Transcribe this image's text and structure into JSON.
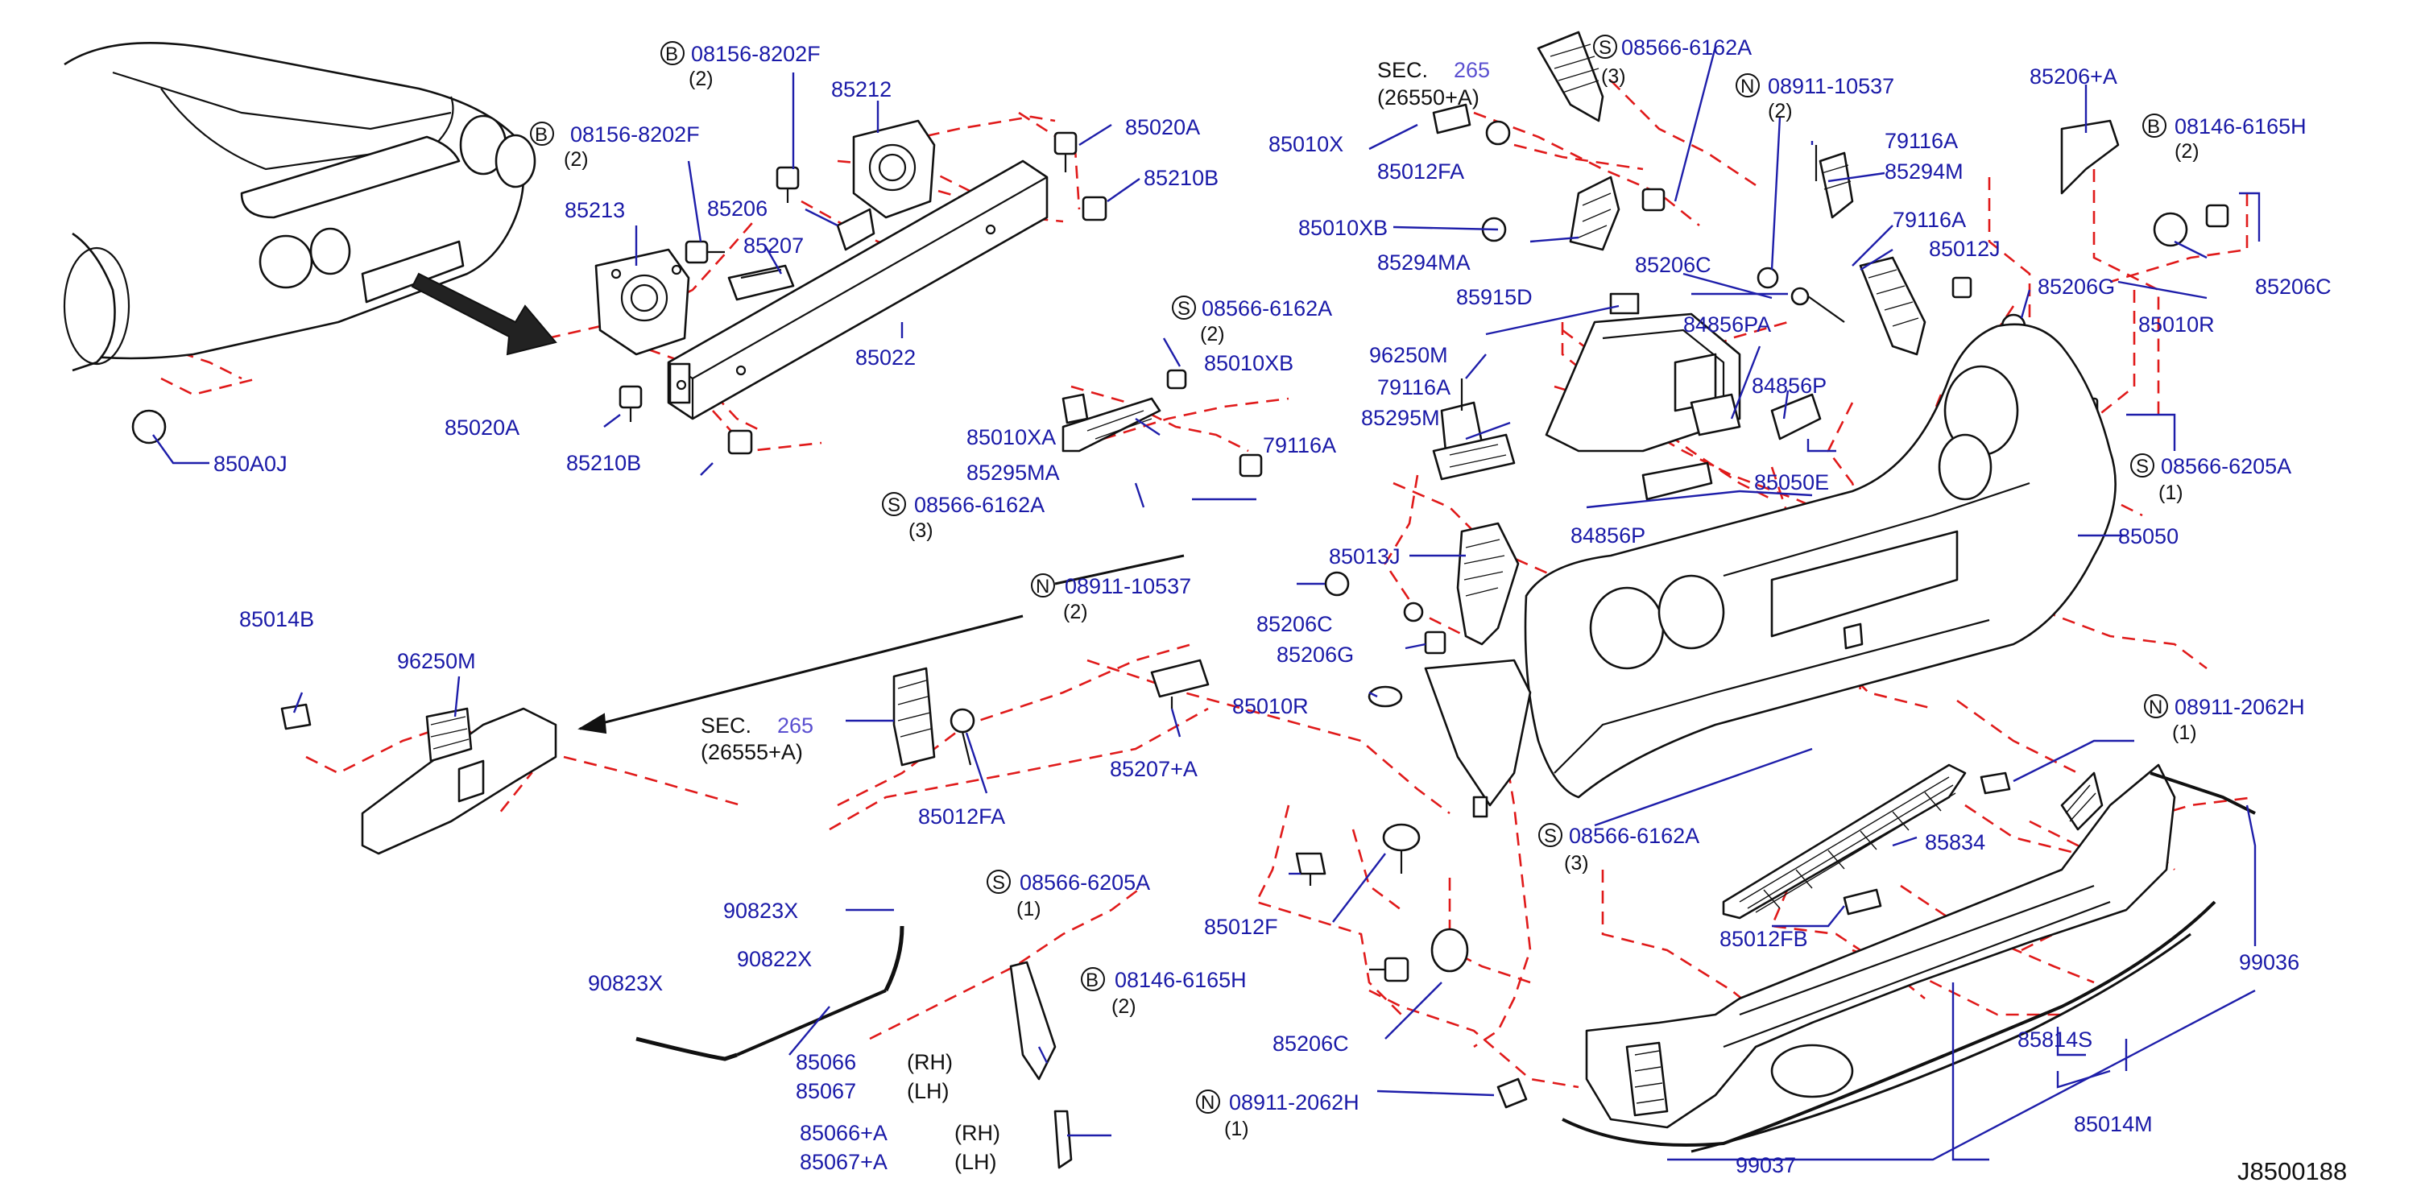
{
  "diagram_id": "J8500188",
  "prefixes": {
    "B": "B",
    "S": "S",
    "N": "N"
  },
  "qty": {
    "q1": "(1)",
    "q2": "(2)",
    "q3": "(3)"
  },
  "side": {
    "rh": "(RH)",
    "lh": "(LH)"
  },
  "sections": {
    "sec_265_top": {
      "label": "SEC.",
      "number": "265",
      "ref": "(26550+A)"
    },
    "sec_265_left": {
      "label": "SEC.",
      "number": "265",
      "ref": "(26555+A)"
    }
  },
  "parts": {
    "p850A0J": "850A0J",
    "p08156_8202F_a": "08156-8202F",
    "p08156_8202F_b": "08156-8202F",
    "p85212": "85212",
    "p85213": "85213",
    "p85206": "85206",
    "p85207": "85207",
    "p85020A_a": "85020A",
    "p85020A_b": "85020A",
    "p85210B_a": "85210B",
    "p85210B_b": "85210B",
    "p85022": "85022",
    "p08566_6162A_top": "08566-6162A",
    "p85010X": "85010X",
    "p85012FA_top": "85012FA",
    "p85010XB_top": "85010XB",
    "p85294MA": "85294MA",
    "p08911_10537_top": "08911-10537",
    "p79116A_a": "79116A",
    "p85294M": "85294M",
    "p79116A_b": "79116A",
    "p85012J": "85012J",
    "p85206A_top": "85206+A",
    "p08146_6165H_top": "08146-6165H",
    "p85206C_right": "85206C",
    "p85206G_top": "85206G",
    "p85206C_mid": "85206C",
    "p85010R_top": "85010R",
    "p08566_6162A_mid": "08566-6162A",
    "p85010XB_mid": "85010XB",
    "p85010XA": "85010XA",
    "p85295MA": "85295MA",
    "p79116A_c": "79116A",
    "p08566_6162A_lowmid": "08566-6162A",
    "p85915D": "85915D",
    "p96250M_top": "96250M",
    "p79116A_d": "79116A",
    "p85295M": "85295M",
    "p84856PA": "84856PA",
    "p84856P_a": "84856P",
    "p85050E": "85050E",
    "p84856P_b": "84856P",
    "p08566_6205A_right": "08566-6205A",
    "p85050": "85050",
    "p85014B": "85014B",
    "p96250M_left": "96250M",
    "p08911_10537_left": "08911-10537",
    "p85013J": "85013J",
    "p85206C_low": "85206C",
    "p85206G_low": "85206G",
    "p85010R_low": "85010R",
    "p85207A": "85207+A",
    "p85012FA_low": "85012FA",
    "p08911_2062H_right": "08911-2062H",
    "p08566_6162A_low": "08566-6162A",
    "p85834": "85834",
    "p85012F": "85012F",
    "p08566_6205A_low": "08566-6205A",
    "p90823X_a": "90823X",
    "p90822X": "90822X",
    "p90823X_b": "90823X",
    "p85066": "85066",
    "p85067": "85067",
    "p08146_6165H_low": "08146-6165H",
    "p85012FB": "85012FB",
    "p99036": "99036",
    "p85814S": "85814S",
    "p85206C_bottom": "85206C",
    "p85066A": "85066+A",
    "p85067A": "85067+A",
    "p08911_2062H_low": "08911-2062H",
    "p85014M": "85014M",
    "p99037": "99037"
  }
}
